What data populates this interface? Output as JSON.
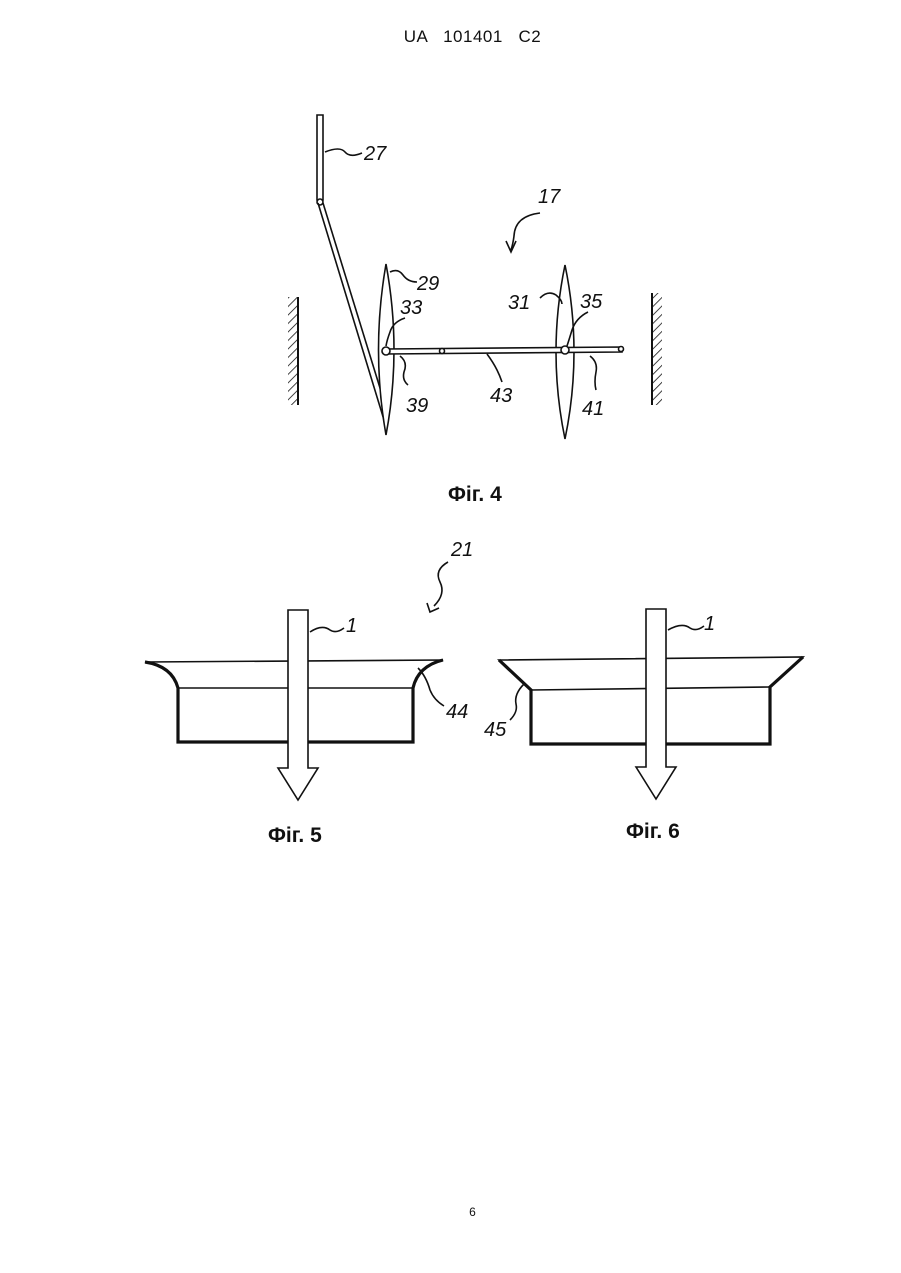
{
  "header": {
    "document_id": "UA   101401   C2"
  },
  "page_number": "6",
  "figure4": {
    "caption": "Фіг. 4",
    "labels": {
      "l27": "27",
      "l17": "17",
      "l29": "29",
      "l33": "33",
      "l31": "31",
      "l35": "35",
      "l39": "39",
      "l43": "43",
      "l41": "41"
    }
  },
  "figure5": {
    "caption": "Фіг. 5",
    "labels": {
      "l21": "21",
      "l1": "1",
      "l44": "44"
    }
  },
  "figure6": {
    "caption": "Фіг. 6",
    "labels": {
      "l1": "1",
      "l45": "45"
    }
  }
}
